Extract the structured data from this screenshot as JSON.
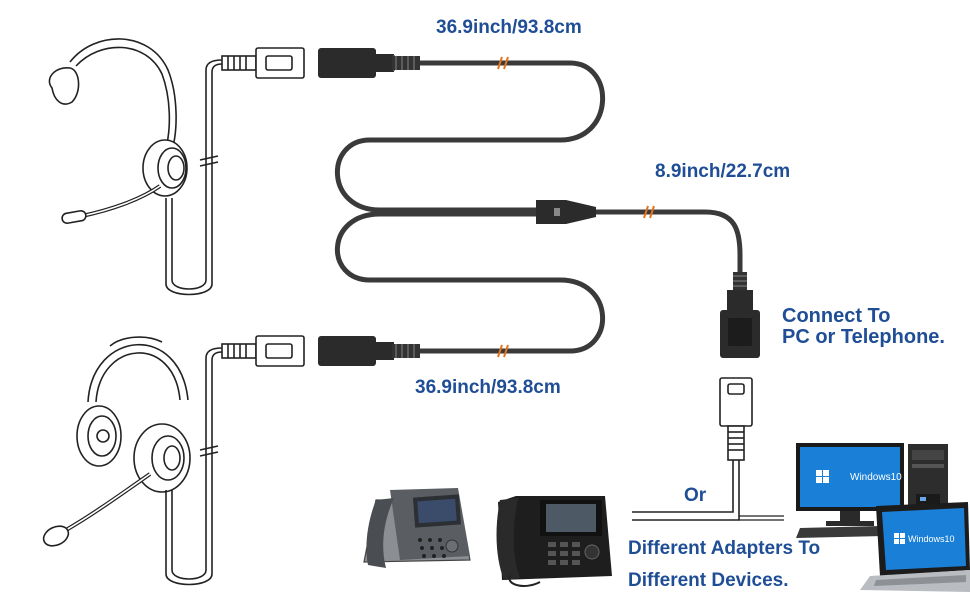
{
  "labels": {
    "cable_top_length": "36.9inch/93.8cm",
    "cable_bottom_length": "36.9inch/93.8cm",
    "cable_main_length": "8.9inch/22.7cm",
    "connect_line1": "Connect To",
    "connect_line2": "PC or Telephone.",
    "or": "Or",
    "adapters_line1": "Different Adapters To",
    "adapters_line2": "Different Devices.",
    "windows_monitor": "Windows10",
    "windows_laptop": "Windows10"
  },
  "colors": {
    "label_blue": "#1f4e96",
    "cable": "#3a3a3a",
    "cable_mark": "#e8731e",
    "windows_blue": "#1a7fd6"
  },
  "icons": [
    "mono-headset-icon",
    "binaural-headset-icon",
    "qd-connector-icon",
    "y-splitter-icon",
    "ip-phone-icon",
    "desktop-computer-icon",
    "laptop-icon"
  ]
}
